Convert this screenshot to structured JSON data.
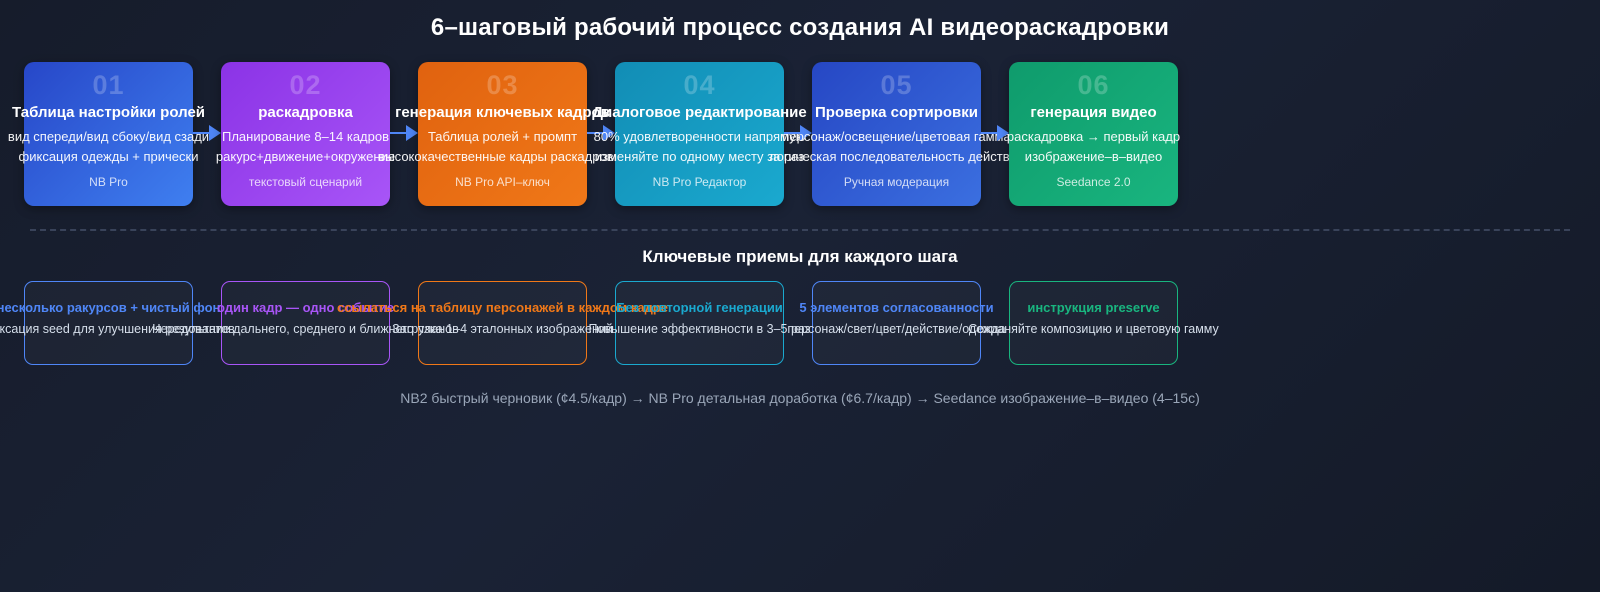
{
  "header": {
    "title": "6–шаговый рабочий процесс создания AI видеораскадровки"
  },
  "steps": [
    {
      "number": "01",
      "title": "Таблица настройки ролей",
      "line1": "вид спереди/вид сбоку/вид сзади",
      "line2": "фиксация одежды + прически",
      "tool": "NB Pro",
      "color_from": "#2747c8",
      "color_to": "#3f7ff0"
    },
    {
      "number": "02",
      "title": "раскадровка",
      "line1": "Планирование 8–14 кадров",
      "line2": "ракурс+движение+окружение",
      "tool": "текстовый сценарий",
      "color_from": "#8b33e6",
      "color_to": "#a855f7"
    },
    {
      "number": "03",
      "title": "генерация ключевых кадров",
      "line1": "Таблица ролей + промпт",
      "line2": "высококачественные кадры раскадровки",
      "tool": "NB Pro API–ключ",
      "color_from": "#e0620f",
      "color_to": "#f07818"
    },
    {
      "number": "04",
      "title": "Диалоговое редактирование",
      "line1": "80% удовлетворенности напрямую",
      "line2": "изменяйте по одному месту за раз",
      "tool": "NB Pro Редактор",
      "color_from": "#128db5",
      "color_to": "#1aa9cf"
    },
    {
      "number": "05",
      "title": "Проверка сортировки",
      "line1": "персонаж/освещение/цветовая гамма",
      "line2": "логическая последовательность действий",
      "tool": "Ручная модерация",
      "color_from": "#2647c4",
      "color_to": "#3b6fe0"
    },
    {
      "number": "06",
      "title": "генерация видео",
      "line1": "раскадровка → первый кадр",
      "line2": "изображение–в–видео",
      "tool": "Seedance 2.0",
      "color_from": "#0f9b6c",
      "color_to": "#19b57f"
    }
  ],
  "tips_section": {
    "title": "Ключевые приемы для каждого шага"
  },
  "tips": [
    {
      "title": "несколько ракурсов + чистый фон",
      "desc": "фиксация seed для улучшения результатов",
      "color": "#4f86f7"
    },
    {
      "title": "один кадр — одно событие",
      "desc": "Чередование дальнего, среднего и ближнего планов",
      "color": "#a855f7"
    },
    {
      "title": "ссылаться на таблицу персонажей в каждом кадре",
      "desc": "Загрузка 1–4 эталонных изображений",
      "color": "#f07818"
    },
    {
      "title": "Без повторной генерации",
      "desc": "Повышение эффективности в 3–5 раз",
      "color": "#1aa9cf"
    },
    {
      "title": "5 элементов согласованности",
      "desc": "персонаж/свет/цвет/действие/одежда",
      "color": "#4f86f7"
    },
    {
      "title": "инструкция preserve",
      "desc": "Сохраняйте композицию и цветовую гамму",
      "color": "#19b57f"
    }
  ],
  "footer": {
    "note": "NB2 быстрый черновик (¢4.5/кадр) → NB Pro детальная доработка (¢6.7/кадр) → Seedance изображение–в–видео (4–15с)"
  }
}
